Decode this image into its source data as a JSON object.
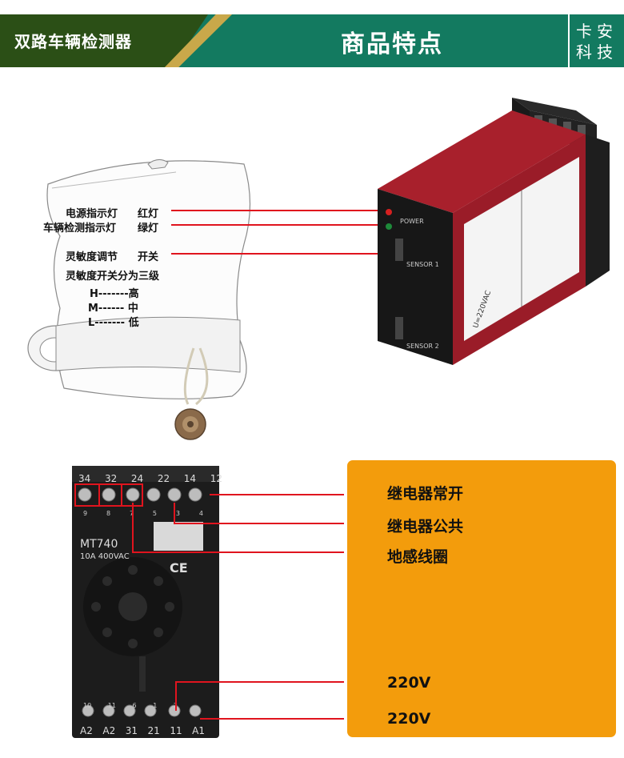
{
  "header": {
    "product_title": "双路车辆检测器",
    "section_title": "商品特点",
    "brand_line1": "卡安",
    "brand_line2": "科技"
  },
  "detector_labels": {
    "power_light": "电源指示灯",
    "power_light_color": "红灯",
    "vehicle_light": "车辆检测指示灯",
    "vehicle_light_color": "绿灯",
    "sensitivity": "灵敏度调节",
    "sensitivity_control": "开关",
    "sensitivity_levels_title": "灵敏度开关分为三级",
    "level_h": "H-------高",
    "level_m": "M------ 中",
    "level_l": "L------- 低"
  },
  "device_panel": {
    "power": "POWER",
    "sensor1": "SENSOR 1",
    "sensor2": "SENSOR 2",
    "voltage_mark": "U=220VAC"
  },
  "base": {
    "model": "MT740",
    "rating": "10A 400VAC",
    "ce": "CE",
    "top_terminals": [
      "34",
      "32",
      "24",
      "22",
      "14",
      "12"
    ],
    "top_pins": [
      "9",
      "8",
      "7",
      "5",
      "3",
      "4"
    ],
    "bottom_pins": [
      "10",
      "11",
      "6",
      "1",
      "2"
    ],
    "bottom_terminals": [
      "A2",
      "A2",
      "31",
      "21",
      "11",
      "A1"
    ]
  },
  "wiring_labels": {
    "relay_no": "继电器常开",
    "relay_common": "继电器公共",
    "ground_loop": "地感线圈",
    "power_220_a": "220V",
    "power_220_b": "220V"
  },
  "colors": {
    "header_teal": "#137a60",
    "header_green": "#2b4f16",
    "header_gold": "#c9a84a",
    "panel_orange": "#f39c0c",
    "line_red": "#e0141e",
    "device_red": "#8e1a26"
  }
}
